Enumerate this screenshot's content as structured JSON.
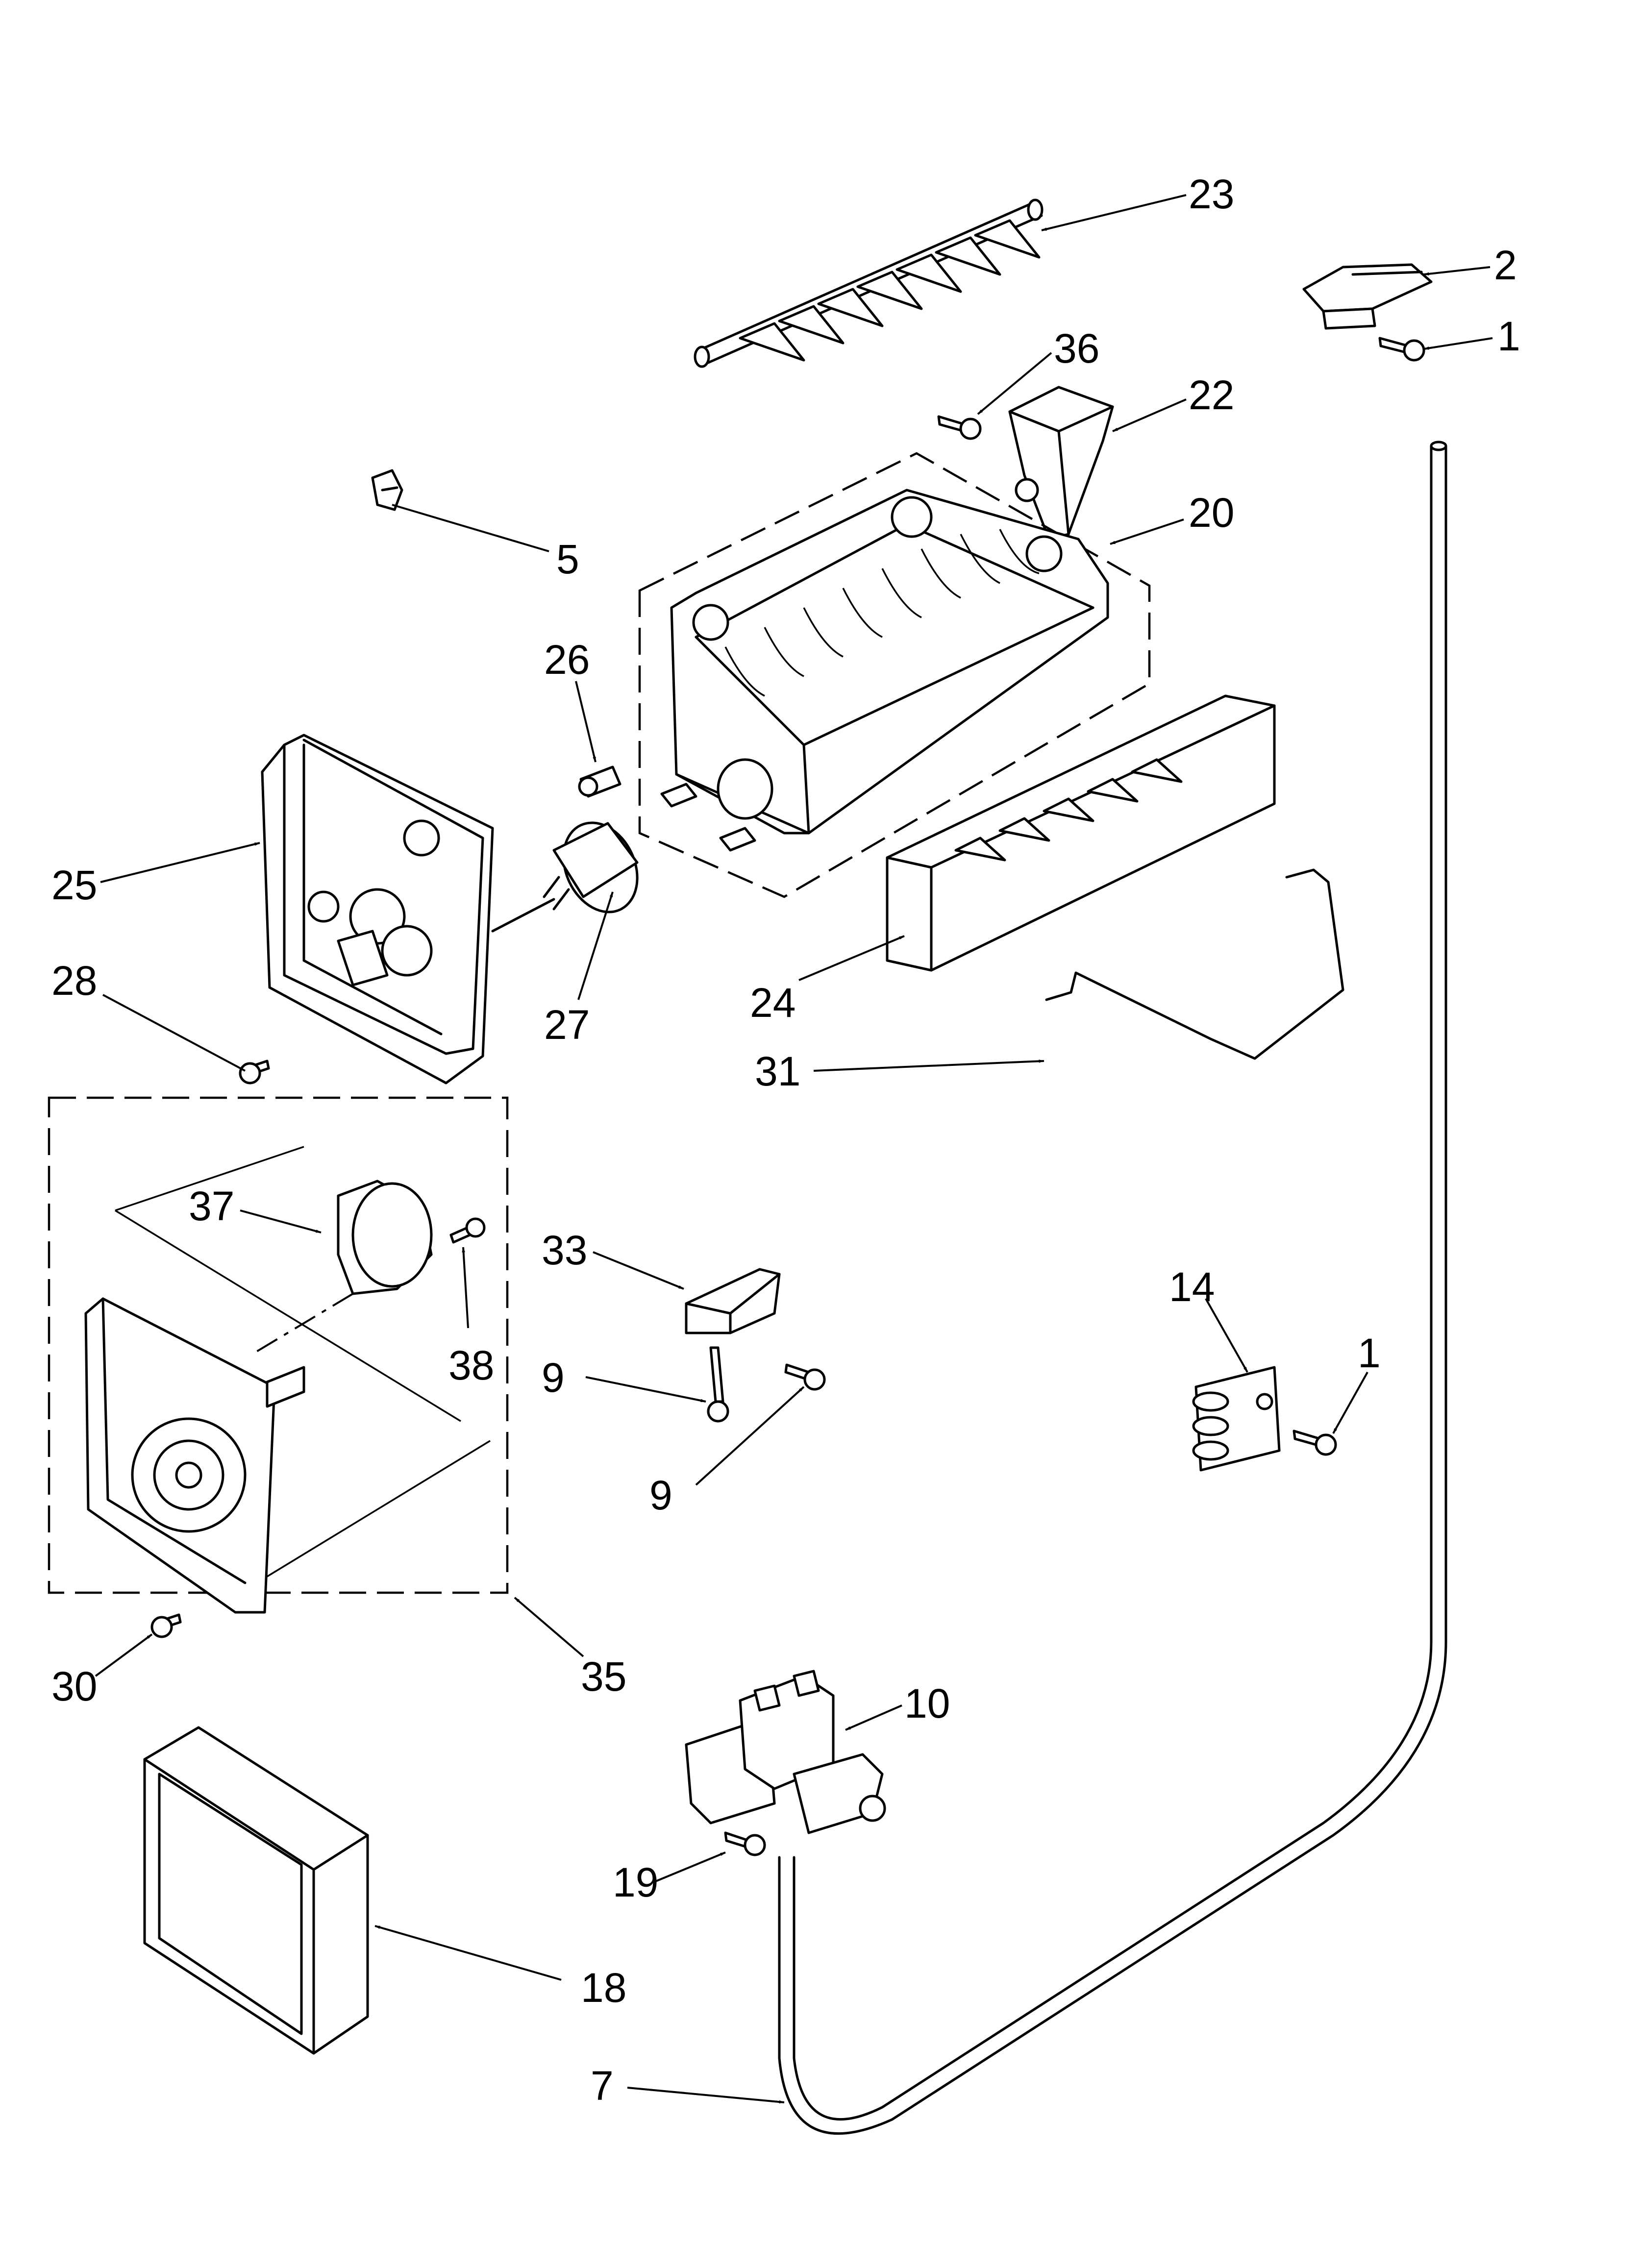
{
  "diagram": {
    "callouts": [
      {
        "id": "c23",
        "label": "23"
      },
      {
        "id": "c2",
        "label": "2"
      },
      {
        "id": "c1a",
        "label": "1"
      },
      {
        "id": "c36",
        "label": "36"
      },
      {
        "id": "c22",
        "label": "22"
      },
      {
        "id": "c20",
        "label": "20"
      },
      {
        "id": "c5",
        "label": "5"
      },
      {
        "id": "c26",
        "label": "26"
      },
      {
        "id": "c25",
        "label": "25"
      },
      {
        "id": "c27",
        "label": "27"
      },
      {
        "id": "c28",
        "label": "28"
      },
      {
        "id": "c24",
        "label": "24"
      },
      {
        "id": "c31",
        "label": "31"
      },
      {
        "id": "c37",
        "label": "37"
      },
      {
        "id": "c38",
        "label": "38"
      },
      {
        "id": "c33",
        "label": "33"
      },
      {
        "id": "c9a",
        "label": "9"
      },
      {
        "id": "c9b",
        "label": "9"
      },
      {
        "id": "c14",
        "label": "14"
      },
      {
        "id": "c1b",
        "label": "1"
      },
      {
        "id": "c30",
        "label": "30"
      },
      {
        "id": "c35",
        "label": "35"
      },
      {
        "id": "c10",
        "label": "10"
      },
      {
        "id": "c19",
        "label": "19"
      },
      {
        "id": "c18",
        "label": "18"
      },
      {
        "id": "c7",
        "label": "7"
      }
    ]
  }
}
